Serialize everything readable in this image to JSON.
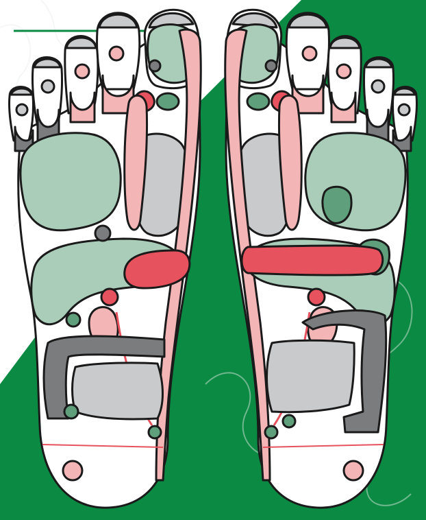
{
  "diagram": {
    "type": "foot-reflexology-map",
    "feet": [
      "left",
      "right"
    ],
    "labels": []
  },
  "colors": {
    "background_white": "#ffffff",
    "background_green": "#0b8a43",
    "outline": "#1a1a1a",
    "zone_green": "#a9cdb9",
    "zone_green_dark": "#5f9f7c",
    "zone_pink": "#f4b5b7",
    "zone_red": "#e6525d",
    "zone_gray": "#c9cacc",
    "zone_gray_dark": "#7a7c7e",
    "pattern_line": "#e8eee9"
  }
}
